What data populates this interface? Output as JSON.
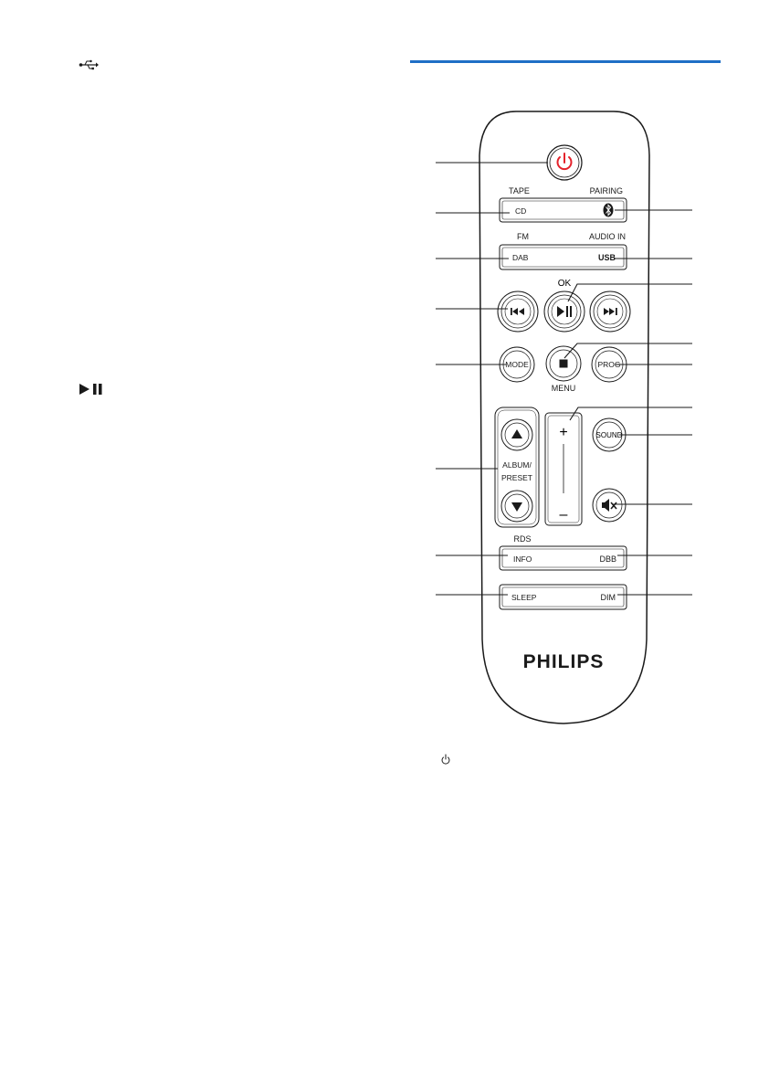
{
  "colors": {
    "accent_rule": "#1f6fc6",
    "power_red": "#e4222b",
    "ink": "#1a1a1a",
    "remote_body": "#ffffff"
  },
  "left_column_icons": [
    "usb-icon",
    "play-pause-icon"
  ],
  "remote": {
    "buttons": {
      "power_icon": "power-icon",
      "row_cd": {
        "top_left": "TAPE",
        "top_right": "PAIRING",
        "left": "CD",
        "right_icon": "bluetooth-icon"
      },
      "row_dab": {
        "top_left": "FM",
        "top_right": "AUDIO IN",
        "left": "DAB",
        "right": "USB"
      },
      "ok_label": "OK",
      "nav": [
        "previous-icon",
        "play-pause-icon",
        "next-icon"
      ],
      "mode": "MODE",
      "stop_icon": "stop-icon",
      "menu_label": "MENU",
      "prog": "PROG",
      "album_up_icon": "up-arrow-icon",
      "album_label_line1": "ALBUM/",
      "album_label_line2": "PRESET",
      "album_down_icon": "down-arrow-icon",
      "volume_plus": "+",
      "volume_minus": "–",
      "sound": "SOUND",
      "mute_icon": "mute-icon",
      "row_info": {
        "top_label": "RDS",
        "left": "INFO",
        "right": "DBB"
      },
      "row_sleep": {
        "left": "SLEEP",
        "right": "DIM"
      }
    },
    "brand": "PHILIPS"
  },
  "caption_icon": "power-icon"
}
